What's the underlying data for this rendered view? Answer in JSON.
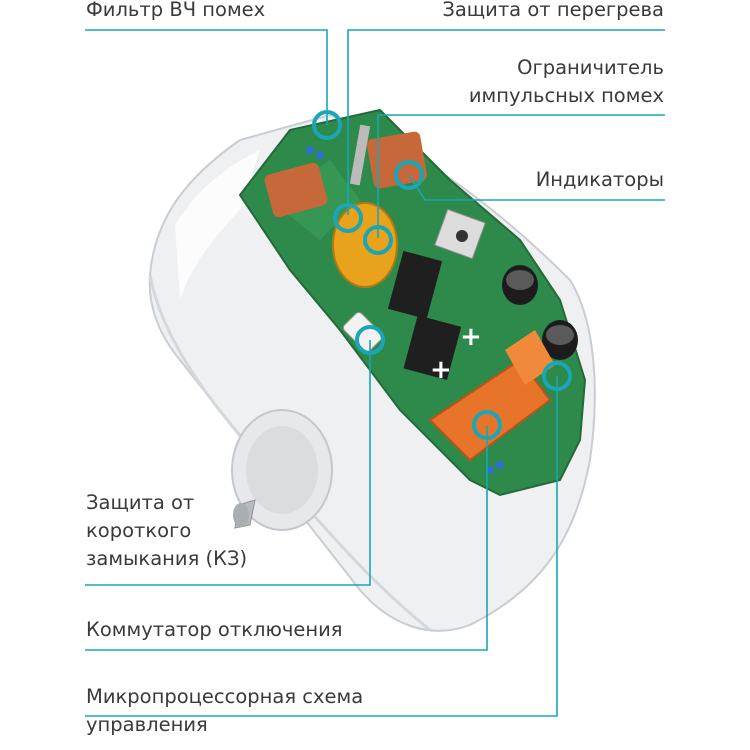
{
  "labels": {
    "hf_filter": "Фильтр ВЧ помех",
    "overheat": "Защита от перегрева",
    "surge_line1": "Ограничитель",
    "surge_line2": "импульсных помех",
    "indicators": "Индикаторы",
    "short_circuit_line1": "Защита от",
    "short_circuit_line2": "короткого",
    "short_circuit_line3": "замыкания (КЗ)",
    "switch": "Коммутатор отключения",
    "mcu_line1": "Микропроцессорная схема",
    "mcu_line2": "управления"
  },
  "pcb_marks": {
    "plus_1": "+",
    "plus_2": "+"
  },
  "colors": {
    "accent_line": "#1aa6b7",
    "text": "#3a3a3a",
    "pcb_green": "#2e8a4a",
    "relay_orange": "#e8742a",
    "varistor_yellow": "#e8a21c",
    "housing": "#eef0f2"
  }
}
